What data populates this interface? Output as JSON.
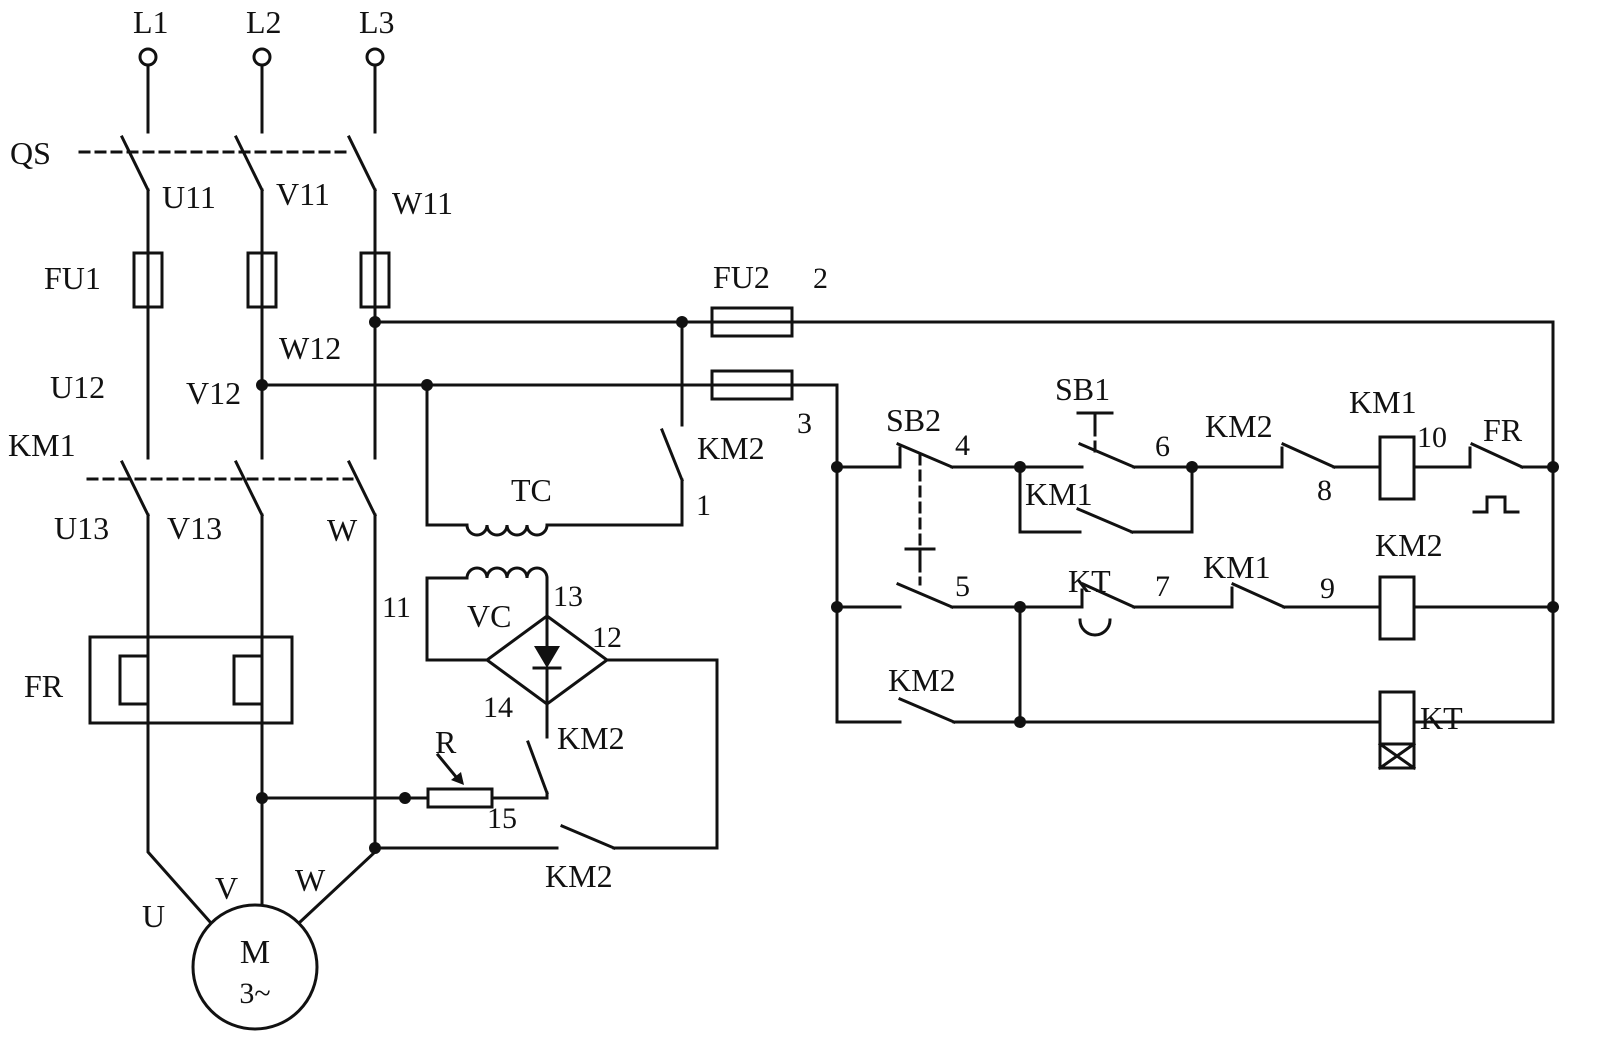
{
  "labels": {
    "l1": "L1",
    "l2": "L2",
    "l3": "L3",
    "qs": "QS",
    "fu1": "FU1",
    "km1_main": "KM1",
    "fr_heater": "FR",
    "u11": "U11",
    "v11": "V11",
    "w11": "W11",
    "u12": "U12",
    "v12": "V12",
    "w12": "W12",
    "u13": "U13",
    "v13": "V13",
    "w13": "W",
    "motor_m": "M",
    "motor_3ph": "3~",
    "motor_u": "U",
    "motor_v": "V",
    "motor_w": "W",
    "fu2": "FU2",
    "tc": "TC",
    "vc": "VC",
    "r": "R",
    "km2_tc_contact": "KM2",
    "km2_vc_contact": "KM2",
    "km2_brake_contact": "KM2",
    "sb2": "SB2",
    "sb1": "SB1",
    "km1_aux": "KM1",
    "km2_nc": "KM2",
    "km1_coil": "KM1",
    "fr_nc": "FR",
    "kt_nc": "KT",
    "km1_nc": "KM1",
    "km2_coil": "KM2",
    "km2_aux": "KM2",
    "kt_coil": "KT",
    "n1": "1",
    "n2": "2",
    "n3": "3",
    "n4": "4",
    "n5": "5",
    "n6": "6",
    "n7": "7",
    "n8": "8",
    "n9": "9",
    "n10": "10",
    "n11": "11",
    "n12": "12",
    "n13": "13",
    "n14": "14",
    "n15": "15"
  }
}
